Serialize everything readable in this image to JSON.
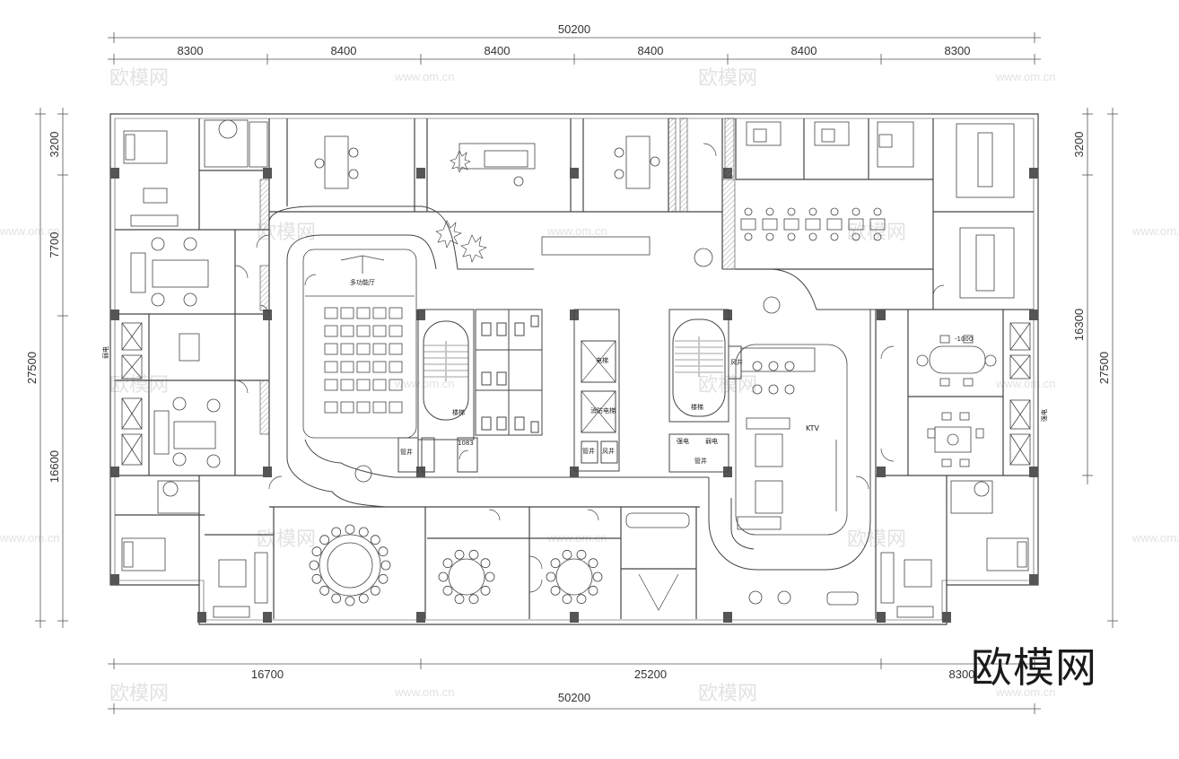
{
  "dimensions": {
    "top_total": "50200",
    "top_segments": [
      "8300",
      "8400",
      "8400",
      "8400",
      "8400",
      "8300"
    ],
    "bottom_segments": [
      "16700",
      "25200",
      "8300"
    ],
    "bottom_total": "50200",
    "left_segments": [
      "3200",
      "7700",
      "16600"
    ],
    "left_total": "27500",
    "right_segments": [
      "3200",
      "16300"
    ],
    "right_total": "27500"
  },
  "labels": {
    "ktv": "KTV",
    "level": "-1000",
    "lecture": "多功能厅",
    "stair1": "楼梯",
    "stair2": "楼梯",
    "elev1": "电梯",
    "elev2": "消防电梯",
    "shaft1": "管井",
    "shaft2": "风井",
    "shaft3": "管井",
    "shaft4": "强电",
    "shaft5": "弱电",
    "shaft6": "管井",
    "shaft7": "风井",
    "shaft8": "弱电",
    "shaft9": "强电",
    "room_num": "1083"
  },
  "watermark": {
    "cn": "欧模网",
    "url": "www.om.cn"
  },
  "brand": "欧模网",
  "colors": {
    "line": "#444444",
    "column": "#555555",
    "watermark": "#e2e2e2"
  }
}
